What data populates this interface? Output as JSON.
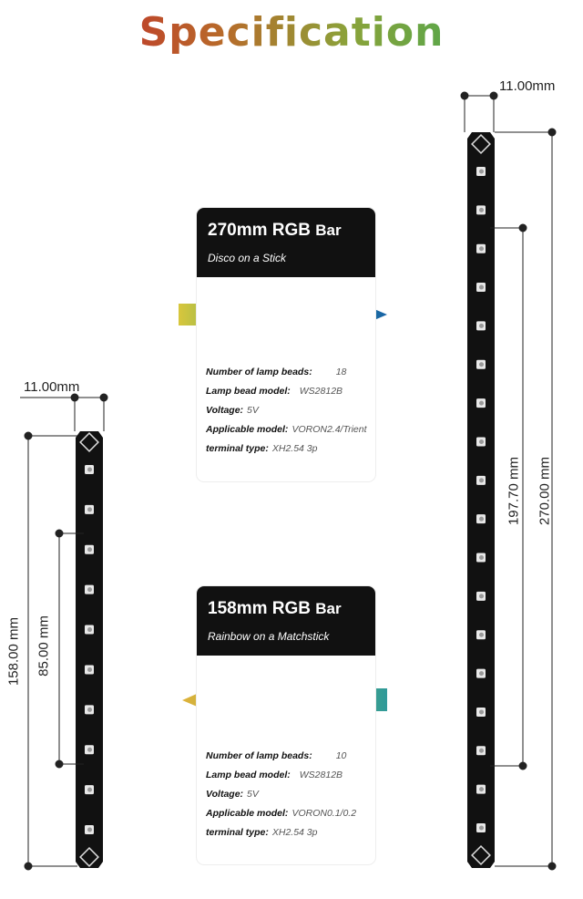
{
  "heading": "Specification",
  "bar270": {
    "title_main": "270mm RGB",
    "title_bar": "Bar",
    "subtitle": "Disco on a Stick",
    "specs": [
      {
        "label": "Number of lamp beads:",
        "value": "18"
      },
      {
        "label": "Lamp bead model:",
        "value": "WS2812B"
      },
      {
        "label": "Voltage:",
        "value": "5V"
      },
      {
        "label": "Applicable model:",
        "value": "VORON2.4/Trient"
      },
      {
        "label": "terminal type:",
        "value": "XH2.54 3p"
      }
    ],
    "width_label": "11.00mm",
    "length_label": "270.00 mm",
    "inner_label": "197.70 mm"
  },
  "bar158": {
    "title_main": "158mm RGB",
    "title_bar": "Bar",
    "subtitle": "Rainbow on a Matchstick",
    "specs": [
      {
        "label": "Number of lamp beads:",
        "value": "10"
      },
      {
        "label": "Lamp bead model:",
        "value": "WS2812B"
      },
      {
        "label": "Voltage:",
        "value": "5V"
      },
      {
        "label": "Applicable model:",
        "value": "VORON0.1/0.2"
      },
      {
        "label": "terminal type:",
        "value": "XH2.54 3p"
      }
    ],
    "width_label": "11.00mm",
    "length_label": "158.00 mm",
    "inner_label": "85.00 mm"
  },
  "colors": {
    "arrow_gradient": [
      "#e2c53a",
      "#3aa86a",
      "#1e6fb0"
    ],
    "pcb": "#111111"
  }
}
